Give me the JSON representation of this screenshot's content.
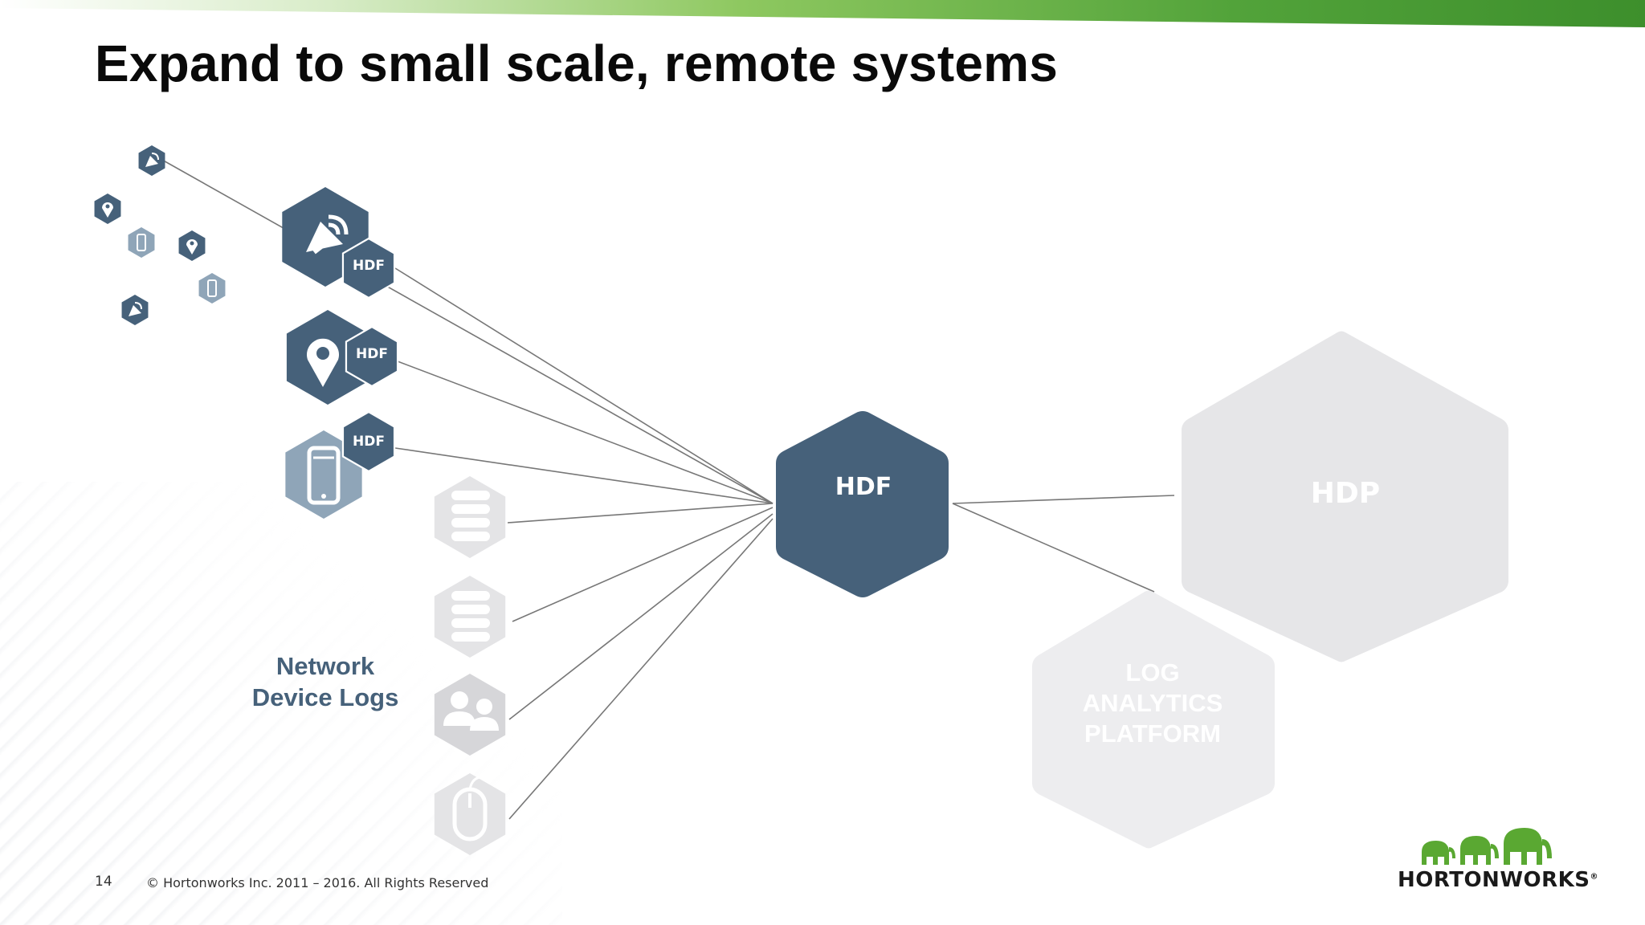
{
  "slide": {
    "title": "Expand to small scale, remote systems",
    "page_number": "14",
    "copyright": "© Hortonworks Inc. 2011 – 2016. All Rights Reserved"
  },
  "diagram": {
    "edge_nodes": [
      {
        "icon": "satellite-dish-icon",
        "label": "HDF"
      },
      {
        "icon": "location-pin-icon",
        "label": "HDF"
      },
      {
        "icon": "mobile-phone-icon",
        "label": "HDF"
      }
    ],
    "log_sources": [
      {
        "icon": "server-icon"
      },
      {
        "icon": "server-icon"
      },
      {
        "icon": "users-icon"
      },
      {
        "icon": "mouse-icon"
      }
    ],
    "network_label_line1": "Network",
    "network_label_line2": "Device Logs",
    "hub_label": "HDF",
    "destinations": {
      "hdp_label": "HDP",
      "log_platform_line1": "LOG",
      "log_platform_line2": "ANALYTICS",
      "log_platform_line3": "PLATFORM"
    }
  },
  "colors": {
    "primary_blue": "#46617a",
    "light_blue": "#8fa5b8",
    "ghost_gray": "#e6e6e8",
    "brand_green": "#5aa832"
  },
  "logo": {
    "text": "HORTONWORKS",
    "registered": "®"
  }
}
